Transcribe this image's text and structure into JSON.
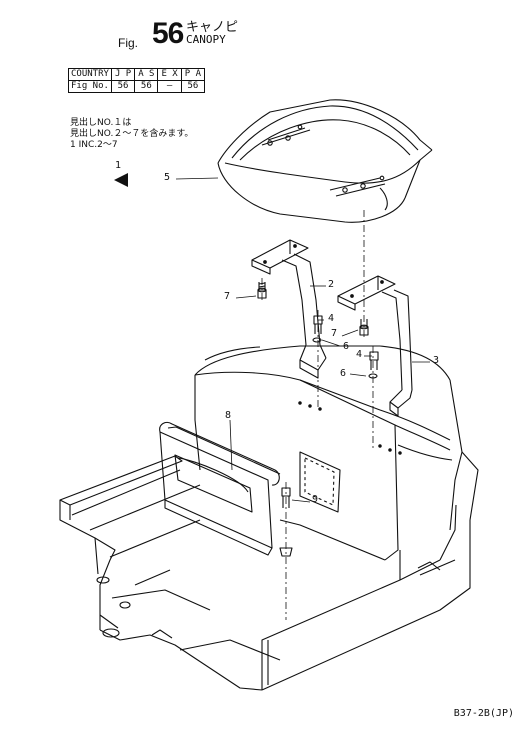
{
  "header": {
    "fig_prefix": "Fig.",
    "fig_number": "56",
    "title_jp": "キャノピ",
    "title_en": "CANOPY"
  },
  "country_table": {
    "headers": [
      "COUNTRY",
      "J P",
      "A S",
      "E X",
      "P A"
    ],
    "row": [
      "Fig No.",
      "56",
      "56",
      "—",
      "56"
    ]
  },
  "notes": {
    "line1": "見出しNO.１は",
    "line2": "見出しNO.２〜７を含みます。",
    "line3": "1 INC.2〜7"
  },
  "callouts": {
    "c1": "1",
    "c2": "2",
    "c3": "3",
    "c4a": "4",
    "c4b": "4",
    "c5": "5",
    "c6a": "6",
    "c6b": "6",
    "c7a": "7",
    "c7b": "7",
    "c8": "8",
    "c9": "9"
  },
  "footer": {
    "code": "B37-2B(JP)"
  }
}
